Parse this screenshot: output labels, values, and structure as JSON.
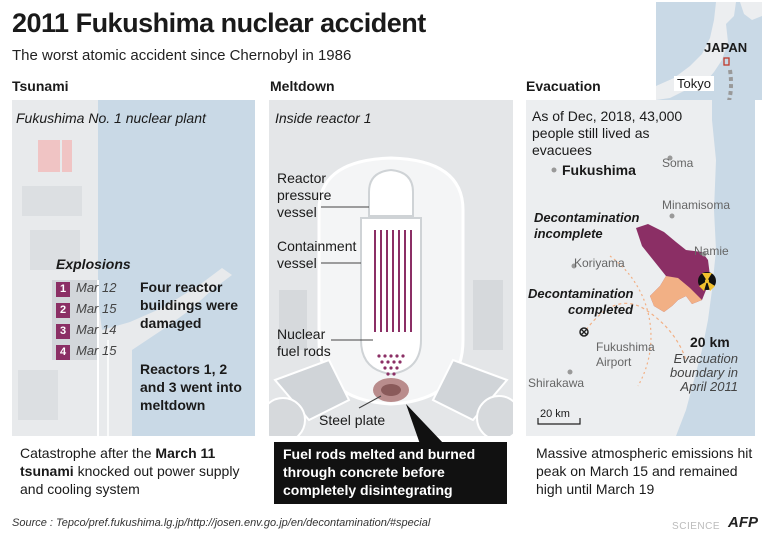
{
  "title": "2011 Fukushima nuclear accident",
  "subtitle": "The worst atomic accident since Chernobyl in 1986",
  "inset_map": {
    "country": "JAPAN",
    "city": "Tokyo"
  },
  "tsunami": {
    "label": "Tsunami",
    "plant_name": "Fukushima No. 1 nuclear plant",
    "explosions_heading": "Explosions",
    "explosions": [
      {
        "num": "1",
        "date": "Mar 12"
      },
      {
        "num": "2",
        "date": "Mar 15"
      },
      {
        "num": "3",
        "date": "Mar 14"
      },
      {
        "num": "4",
        "date": "Mar 15"
      }
    ],
    "note_damaged": [
      "Four reactor",
      "buildings were",
      "damaged"
    ],
    "note_meltdown": [
      "Reactors 1, 2",
      "and 3 went into",
      "meltdown"
    ],
    "caption_pre": "Catastrophe after the ",
    "caption_bold": "March 11 tsunami",
    "caption_post": " knocked out power supply and cooling system"
  },
  "meltdown": {
    "label": "Meltdown",
    "heading": "Inside reactor 1",
    "labels": {
      "pressure_vessel": [
        "Reactor",
        "pressure",
        "vessel"
      ],
      "containment": [
        "Containment",
        "vessel"
      ],
      "fuel_rods": [
        "Nuclear",
        "fuel rods"
      ],
      "steel_plate": "Steel plate"
    },
    "caption": [
      "Fuel rods melted and burned",
      "through concrete before",
      "completely disintegrating"
    ]
  },
  "evacuation": {
    "label": "Evacuation",
    "note": [
      "As of Dec, 2018, 43,000",
      "people still lived as",
      "evacuees"
    ],
    "fukushima": "Fukushima",
    "places": {
      "soma": "Soma",
      "minamisoma": "Minamisoma",
      "namie": "Namie",
      "koriyama": "Koriyama",
      "airport": [
        "Fukushima",
        "Airport"
      ],
      "shirakawa": "Shirakawa"
    },
    "decon_incomplete": [
      "Decontamination",
      "incomplete"
    ],
    "decon_completed": [
      "Decontamination",
      "completed"
    ],
    "radius": "20 km",
    "boundary": [
      "Evacuation",
      "boundary in",
      "April 2011"
    ],
    "scale": "20 km",
    "caption": "Massive atmospheric emissions hit peak on March 15 and remained high until March 19",
    "colors": {
      "incomplete": "#8b2f65",
      "completed": "#f2b085"
    }
  },
  "source": "Source : Tepco/pref.fukushima.lg.jp/http://josen.env.go.jp/en/decontamination/#special",
  "credit": "AFP",
  "watermark": "SCIENCE",
  "colors": {
    "accent": "#8b2f65",
    "sea": "#c9d9e6",
    "land": "#eceef0"
  }
}
